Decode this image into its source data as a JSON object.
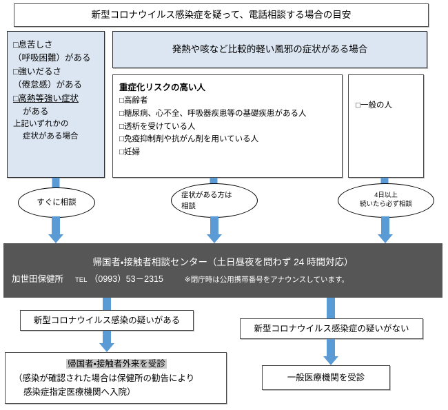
{
  "title": {
    "text": "新型コロナウイルス感染症を疑って、電話相談する場合の目安"
  },
  "colors": {
    "accent_blue": "#5b9bd5",
    "panel_blue": "#dce6f2",
    "dark_bar": "#565656",
    "highlight_gray": "#c9c9c9",
    "border": "#4a4a4a"
  },
  "left_symptoms": {
    "items": [
      "□息苦しさ",
      "（呼吸困難）がある",
      "□強いだるさ",
      "（倦怠感）がある",
      "□高熱等強い症状",
      "がある"
    ],
    "emphasis": "強い症状",
    "footer_line1": "上記いずれかの",
    "footer_line2": "症状がある場合"
  },
  "mild_banner": {
    "text": "発熱や咳など比較的軽い風邪の症状がある場合"
  },
  "high_risk": {
    "heading": "重症化リスクの高い人",
    "items": [
      "□高齢者",
      "□糖尿病、心不全、呼吸器疾患等の基礎疾患がある人",
      "□透析を受けている人",
      "□免疫抑制剤や抗がん剤を用いている人",
      "□妊婦"
    ]
  },
  "general_people": {
    "label": "□一般の人"
  },
  "ellipses": {
    "immediate": [
      "すぐに相談"
    ],
    "has_symptoms": [
      "症状がある方は",
      "相談"
    ],
    "four_days": [
      "4日以上",
      "続いたら必ず相談"
    ]
  },
  "center_bar": {
    "line1": "帰国者・接触者相談センター（土日昼夜を問わず 24 時間対応）",
    "office": "加世田保健所",
    "tel_label": "TEL",
    "tel_number": "（0993）53－2315",
    "note": "※閉庁時は公用携帯番号をアナウンスしています。"
  },
  "branches": {
    "suspect_yes": "新型コロナウイルス感染の疑いがある",
    "suspect_no": "新型コロナウイルス感染症の疑いがない"
  },
  "outcomes": {
    "outpatient": {
      "line1": "帰国者・接触者外来を受診",
      "line2": "（感染が確認された場合は保健所の勧告により",
      "line3": "感染症指定医療機関へ入院）"
    },
    "general_clinic": {
      "label": "一般医療機関を受診"
    }
  }
}
